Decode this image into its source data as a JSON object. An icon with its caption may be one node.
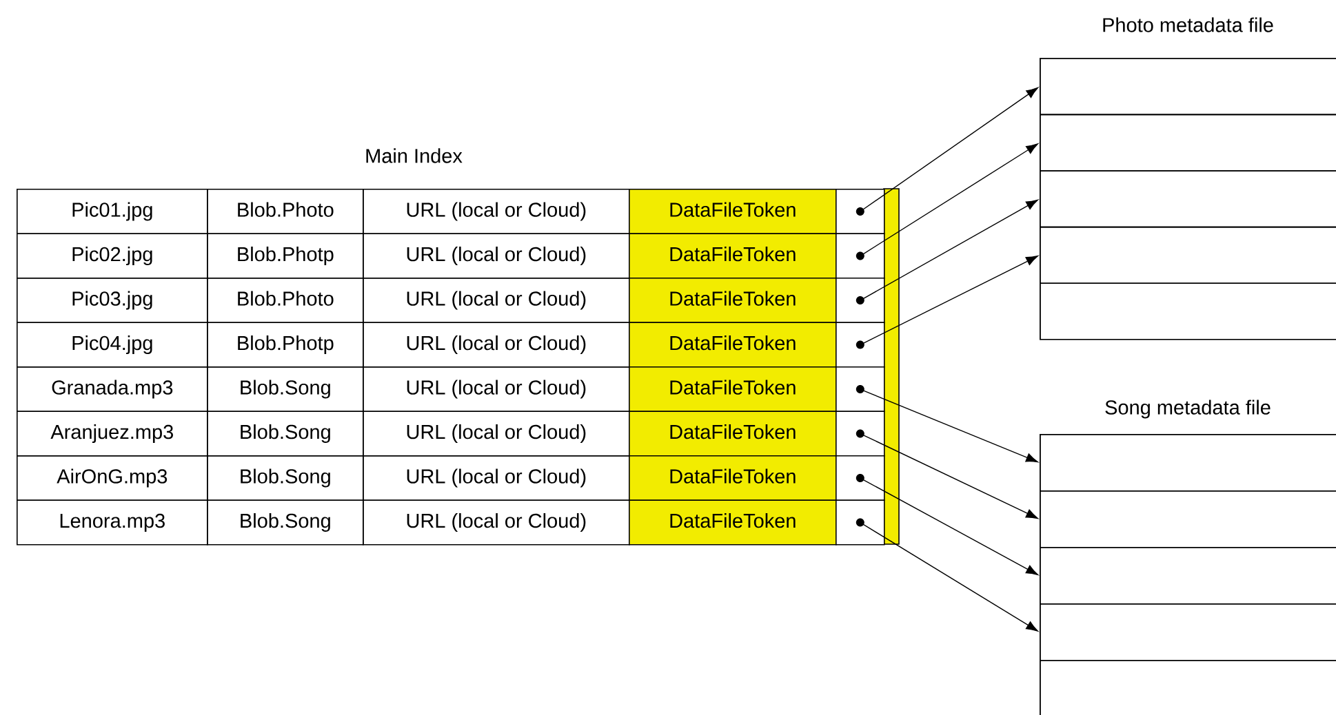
{
  "diagram": {
    "title": "Main Index",
    "nodes": [
      {
        "text": [],
        "shape": "box"
      },
      {
        "text": [],
        "shape": "box"
      },
      {
        "text": [],
        "shape": "box"
      },
      {
        "text": [],
        "shape": "box"
      },
      {
        "text": [],
        "shape": "box"
      },
      {
        "text": [],
        "shape": "box"
      },
      {
        "text": [],
        "shape": "box"
      },
      {
        "text": [],
        "shape": "box"
      },
      {
        "text": [
          "Photo metadata file"
        ]
      },
      {
        "text": [],
        "shape": "box",
        "in": 8
      },
      {
        "text": [],
        "shape": "box",
        "in": 8
      },
      {
        "text": [],
        "shape": "box",
        "in": 8
      },
      {
        "text": [],
        "shape": "box",
        "in": 8
      },
      {
        "text": [],
        "shape": "box",
        "in": 8
      },
      {
        "text": [
          "Song metadata file"
        ]
      },
      {
        "text": [],
        "shape": "box",
        "in": 14
      },
      {
        "text": [],
        "shape": "box",
        "in": 14
      },
      {
        "text": [],
        "shape": "box",
        "in": 14
      },
      {
        "text": [],
        "shape": "box",
        "in": 14
      },
      {
        "text": [],
        "shape": "box",
        "in": 14
      }
    ],
    "edges": [
      {
        "from": 0,
        "to": 9,
        "arrow": "to"
      },
      {
        "from": 1,
        "to": 10,
        "arrow": "to"
      },
      {
        "from": 2,
        "to": 11,
        "arrow": "to"
      },
      {
        "from": 3,
        "to": 12,
        "arrow": "to"
      },
      {
        "from": 4,
        "to": 15,
        "arrow": "to"
      },
      {
        "from": 5,
        "to": 16,
        "arrow": "to"
      },
      {
        "from": 6,
        "to": 17,
        "arrow": "to"
      },
      {
        "from": 7,
        "to": 18,
        "arrow": "to"
      }
    ],
    "labels": [
      "Pic01.jpg",
      "Blob.Photo",
      "URL (local or Cloud)",
      "DataFileToken",
      "Pic02.jpg",
      "Blob.Photp",
      "URL (local or Cloud)",
      "DataFileToken",
      "Pic03.jpg",
      "Blob.Photo",
      "URL (local or Cloud)",
      "DataFileToken",
      "Pic04.jpg",
      "Blob.Photp",
      "URL (local or Cloud)",
      "DataFileToken",
      "Granada.mp3",
      "Blob.Song",
      "URL (local or Cloud)",
      "DataFileToken",
      "Aranjuez.mp3",
      "Blob.Song",
      "URL (local or Cloud)",
      "DataFileToken",
      "AirOnG.mp3",
      "Blob.Song",
      "URL (local or Cloud)",
      "DataFileToken",
      "Lenora.mp3",
      "Blob.Song",
      "URL (local or Cloud)",
      "DataFileToken"
    ]
  }
}
